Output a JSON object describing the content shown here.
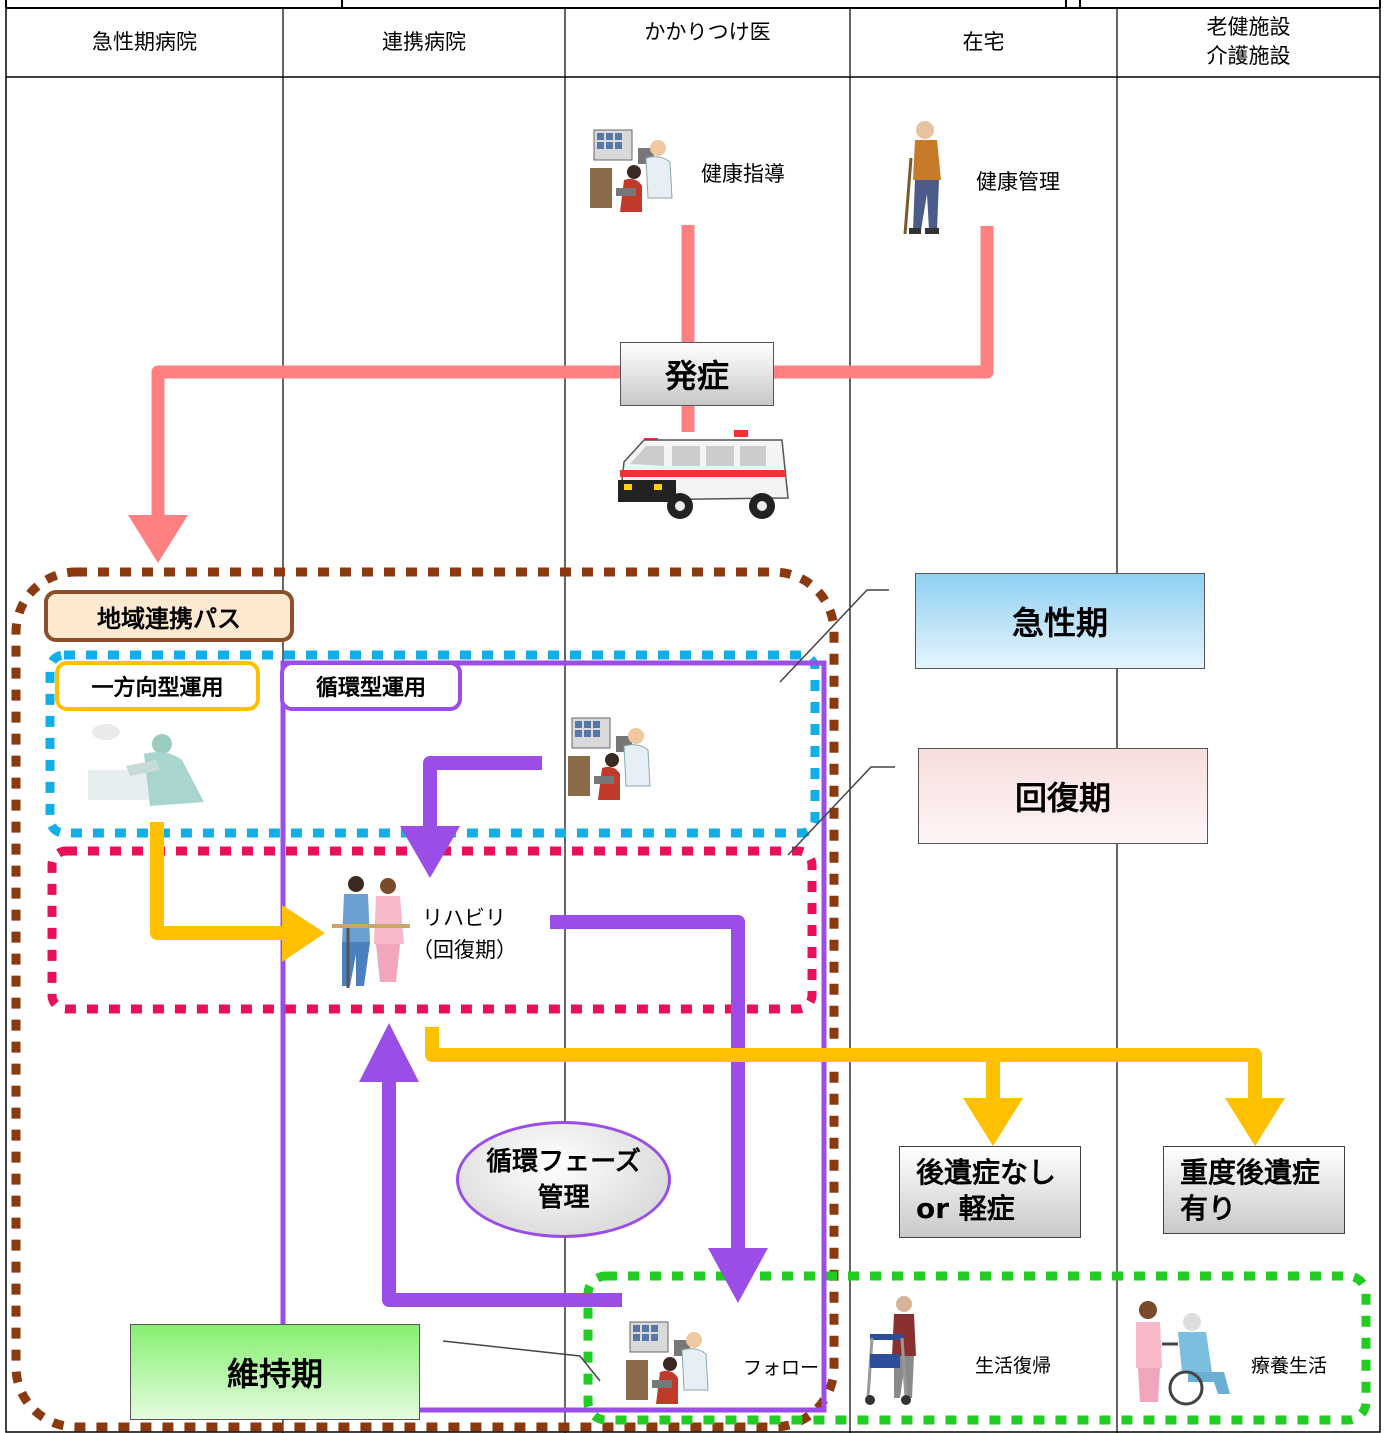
{
  "columns": [
    {
      "label": "急性期病院"
    },
    {
      "label": "連携病院"
    },
    {
      "label": "かかりつけ医"
    },
    {
      "label": "在宅"
    },
    {
      "label": "老健施設\n介護施設"
    }
  ],
  "labels": {
    "health_guidance": "健康指導",
    "health_management": "健康管理",
    "onset": "発症",
    "regional_path": "地域連携パス",
    "one_way": "一方向型運用",
    "circulation": "循環型運用",
    "rehab_line1": "リハビリ",
    "rehab_line2": "（回復期）",
    "circ_phase_line1": "循環フェーズ",
    "circ_phase_line2": "管理",
    "result_mild_line1": "後遺症なし",
    "result_mild_line2": "or 軽症",
    "result_severe_line1": "重度後遺症",
    "result_severe_line2": "有り",
    "follow": "フォロー",
    "return_life": "生活復帰",
    "care_life": "療養生活"
  },
  "phases": {
    "acute": "急性期",
    "recovery": "回復期",
    "maintenance": "維持期"
  },
  "colors": {
    "onset_line": "#ff8080",
    "one_way_arrow": "#ffc000",
    "circulation_arrow": "#9b4de8",
    "regional_border": "#8b3a10",
    "acute_border": "#12aee8",
    "recovery_border": "#e8105a",
    "maintenance_border": "#22cc22"
  },
  "icons": [
    "doctor-consultation-icon",
    "elderly-walking-icon",
    "ambulance-icon",
    "surgeon-icon",
    "rehab-walking-icon",
    "walker-icon",
    "wheelchair-nurse-icon"
  ]
}
